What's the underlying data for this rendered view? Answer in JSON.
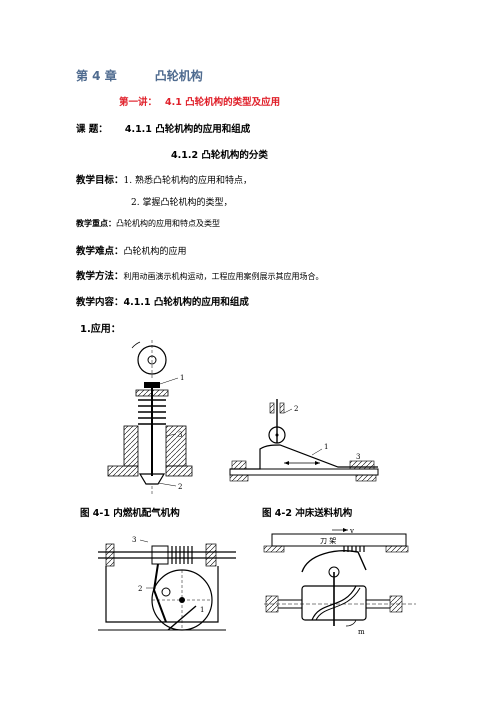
{
  "chapter": {
    "number": "第 4 章",
    "title": "凸轮机构"
  },
  "lecture": {
    "label": "第一讲：",
    "number": "4.1",
    "title": "凸轮机构的类型及应用"
  },
  "topic": {
    "label": "课 题：",
    "item1": "4.1.1 凸轮机构的应用和组成",
    "item2": "4.1.2 凸轮机构的分类"
  },
  "objectives": {
    "label": "教学目标：",
    "item1": "1. 熟悉凸轮机构的应用和特点，",
    "item2": "2. 掌握凸轮机构的类型，"
  },
  "key_point": {
    "label": "教学重点：",
    "text": "凸轮机构的应用和特点及类型"
  },
  "difficulty": {
    "label": "教学难点：",
    "text": "凸轮机构的应用"
  },
  "method": {
    "label": "教学方法：",
    "text": "利用动画演示机构运动，工程应用案例展示其应用场合。"
  },
  "content": {
    "label": "教学内容：",
    "text": "4.1.1 凸轮机构的应用和组成"
  },
  "application_heading": "1.应用：",
  "figures": {
    "fig1": {
      "caption": "图 4-1 内燃机配气机构",
      "labels": [
        "1",
        "3",
        "2"
      ]
    },
    "fig2": {
      "caption": "图 4-2 冲床送料机构",
      "labels": [
        "2",
        "1",
        "3"
      ]
    },
    "fig3": {
      "labels": [
        "3",
        "2",
        "1"
      ]
    },
    "fig4": {
      "labels": [
        "v",
        "刀 架",
        "m"
      ]
    }
  }
}
